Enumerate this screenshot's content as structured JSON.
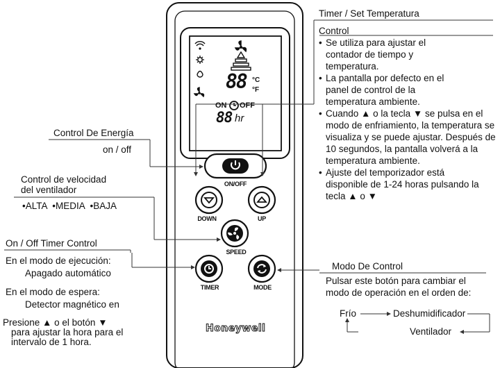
{
  "remote": {
    "brand": "Honeywell",
    "display": {
      "temp_digits": "88",
      "deg_c": "°C",
      "deg_f": "°F",
      "on_label": "ON",
      "off_label": "OFF",
      "hour_digits": "88",
      "hour_unit": "hr"
    },
    "buttons": {
      "power": "ON/OFF",
      "down": "DOWN",
      "up": "UP",
      "speed": "SPEED",
      "timer": "TIMER",
      "mode": "MODE"
    }
  },
  "callouts": {
    "timer_set": {
      "title": "Timer / Set Temperatura",
      "subtitle": "Control",
      "bullets": [
        "Se utiliza para ajustar el contador de tiempo y temperatura.",
        "La pantalla por defecto en el panel de control de la temperatura ambiente.",
        "Cuando ▲ o la tecla ▼ se pulsa en el modo de enfriamiento, la temperatura se visualiza y se puede ajustar. Después de 10 segundos, la pantalla volverá a la temperatura ambiente.",
        "Ajuste del temporizador está disponible de 1-24 horas pulsando la tecla ▲ o ▼"
      ]
    },
    "power": {
      "title": "Control De Energía",
      "subtitle": "on / off"
    },
    "fan_speed": {
      "title_line1": "Control de velocidad",
      "title_line2": "del ventilador",
      "options": [
        "ALTA",
        "MEDIA",
        "BAJA"
      ]
    },
    "onoff_timer": {
      "title": "On / Off Timer Control",
      "run_mode": "En el modo de ejecución:",
      "run_value": "Apagado automático",
      "standby_mode": "En el modo de espera:",
      "standby_value": "Detector magnético en",
      "press_line1": "Presione ▲ o el botón ▼",
      "press_line2": "para ajustar la hora para el",
      "press_line3": "intervalo de 1 hora."
    },
    "mode": {
      "title": "Modo De Control",
      "desc_line1": "Pulsar este botón para cambiar el",
      "desc_line2": "modo de operación en el orden de:",
      "cycle": [
        "Frío",
        "Deshumidificador",
        "Ventilador"
      ]
    }
  }
}
